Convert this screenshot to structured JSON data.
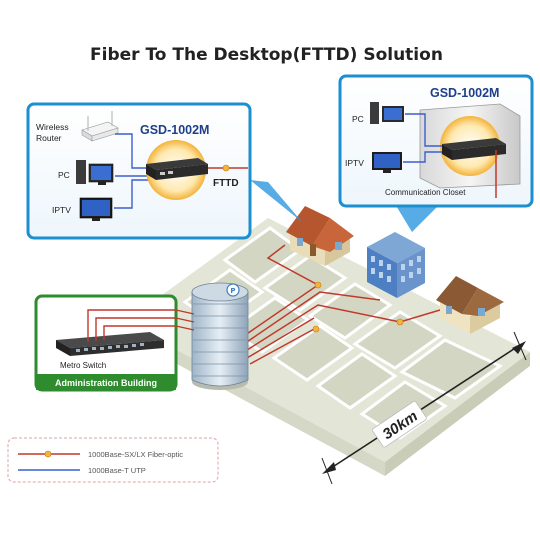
{
  "title": "Fiber To The Desktop(FTTD) Solution",
  "left_panel": {
    "model": "GSD-1002M",
    "wireless_router": "Wireless\nRouter",
    "pc": "PC",
    "iptv": "IPTV",
    "fttd": "FTTD"
  },
  "right_panel": {
    "model": "GSD-1002M",
    "pc": "PC",
    "iptv": "IPTV",
    "closet": "Communication Closet"
  },
  "admin_panel": {
    "metro_switch": "Metro Switch",
    "building": "Administration Building"
  },
  "distance": "30km",
  "legend": {
    "fiber": "1000Base-SX/LX Fiber-optic",
    "utp": "1000Base-T UTP"
  },
  "colors": {
    "fiber": "#c0392b",
    "utp": "#3a5fcd",
    "panel_border": "#1c8fd0",
    "admin_green": "#2e8b2e",
    "ground": "#e9ecdf",
    "road": "#f7f8f1"
  }
}
